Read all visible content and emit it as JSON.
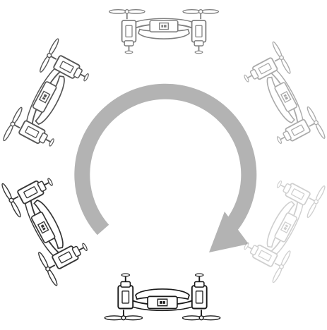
{
  "diagram": {
    "background": "#ffffff",
    "arrow_color": "#b3b3b3",
    "arrow_icon": "rotation-arrow-icon",
    "drone_icon": "quadcopter-drone-icon",
    "sequence": [
      {
        "step": 1,
        "ink": "#1a1a1a",
        "opacity": 1.0
      },
      {
        "step": 2,
        "ink": "#262626",
        "opacity": 0.92
      },
      {
        "step": 3,
        "ink": "#333333",
        "opacity": 0.82
      },
      {
        "step": 4,
        "ink": "#4a4a4a",
        "opacity": 0.7
      },
      {
        "step": 5,
        "ink": "#666666",
        "opacity": 0.55
      },
      {
        "step": 6,
        "ink": "#8a8a8a",
        "opacity": 0.4
      }
    ]
  }
}
